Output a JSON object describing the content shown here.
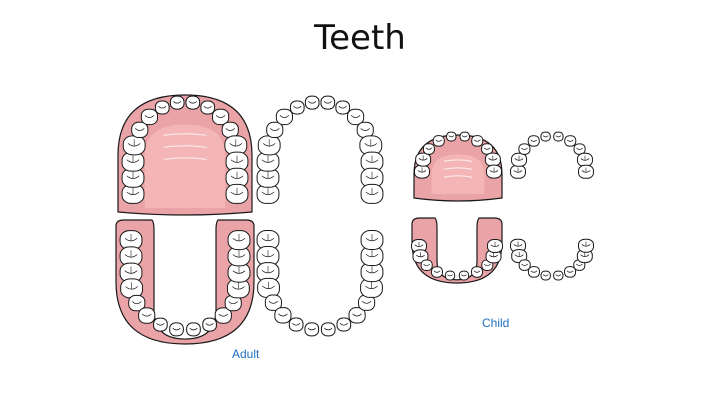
{
  "slide": {
    "title": "Teeth"
  },
  "labels": {
    "adult": "Adult",
    "child": "Child"
  },
  "colors": {
    "gum": "#eaa3a6",
    "palate": "#f3b5b5",
    "outline": "#1a1a1a",
    "tooth": "#ffffff",
    "caption": "#1f6fbf"
  },
  "diagrams": {
    "adult": {
      "upper_teeth": 16,
      "lower_teeth": 16
    },
    "child": {
      "upper_teeth": 10,
      "lower_teeth": 10
    }
  }
}
